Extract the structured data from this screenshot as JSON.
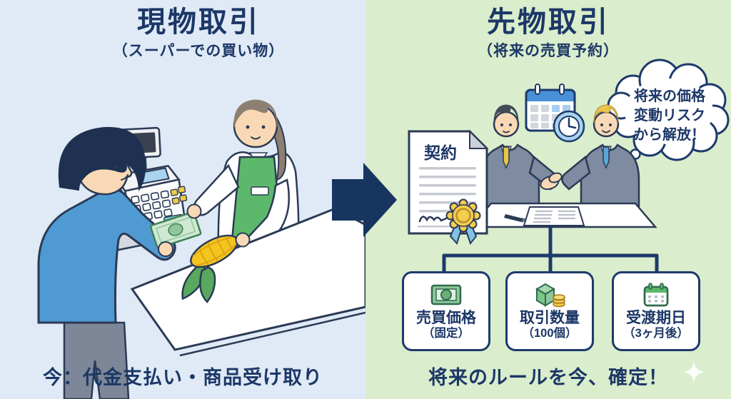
{
  "infographic": {
    "left": {
      "title": "現物取引",
      "subtitle": "（スーパーでの買い物）",
      "caption": "今：代金支払い・商品受け取り"
    },
    "right": {
      "title": "先物取引",
      "subtitle": "（将来の売買予約）",
      "thought_bubble": {
        "line1": "将来の価格",
        "line2": "変動リスク",
        "line3": "から解放！"
      },
      "contract_label": "契約",
      "rule_boxes": [
        {
          "icon": "banknote-icon",
          "label": "売買価格",
          "sub": "（固定）"
        },
        {
          "icon": "package-coins-icon",
          "label": "取引数量",
          "sub": "（100個）"
        },
        {
          "icon": "delivery-calendar-icon",
          "label": "受渡期日",
          "sub": "（3ヶ月後）"
        }
      ],
      "caption": "将来のルールを今、確定！"
    },
    "colors": {
      "left_bg": "#dfeaf6",
      "right_bg": "#daedcc",
      "navy_text": "#1c3767",
      "outline_navy": "#2b3a55",
      "arrow_navy": "#17355f",
      "accent_green": "#5cb86a",
      "accent_blue": "#4f9ad2",
      "gold": "#f2c94c"
    }
  }
}
